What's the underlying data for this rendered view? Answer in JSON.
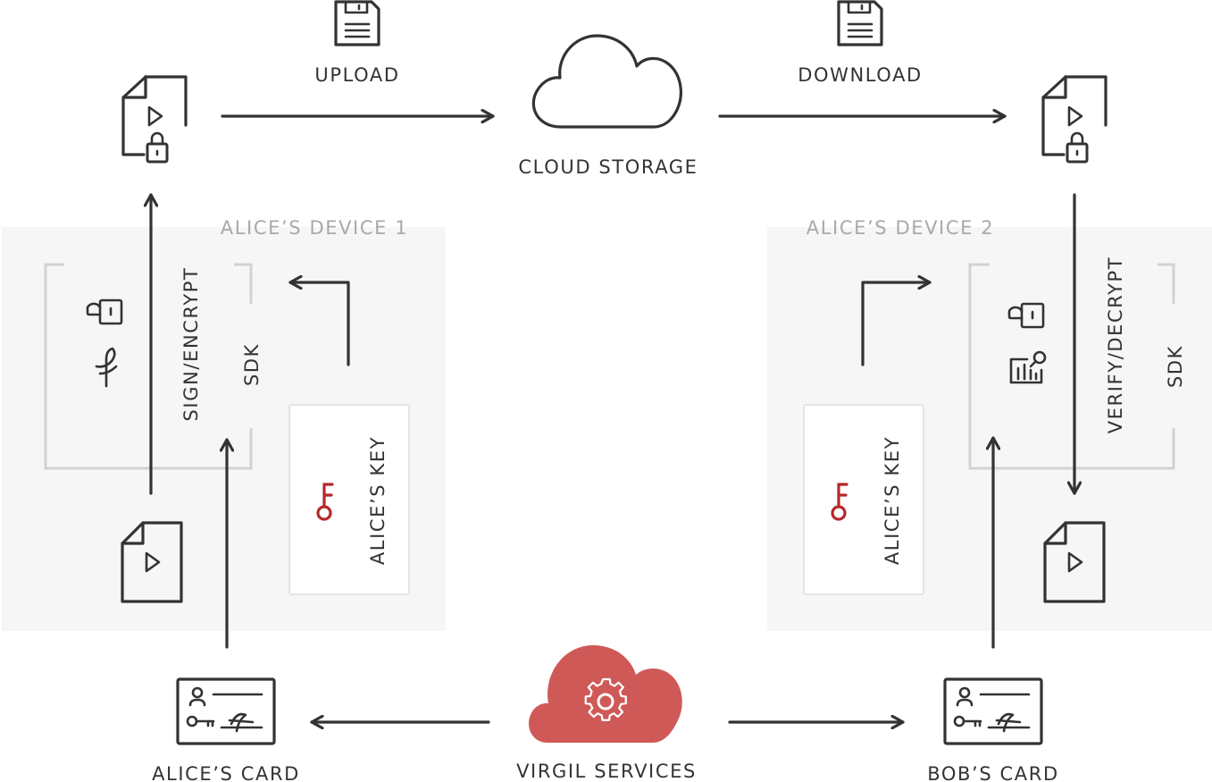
{
  "labels": {
    "upload": "UPLOAD",
    "download": "DOWNLOAD",
    "cloud_storage": "CLOUD STORAGE",
    "device_1": "ALICE’S DEVICE 1",
    "device_2": "ALICE’S DEVICE 2",
    "sign_encrypt": "SIGN/ENCRYPT",
    "verify_decrypt": "VERIFY/DECRYPT",
    "sdk": "SDK",
    "alice_key": "ALICE’S KEY",
    "alice_card": "ALICE’S CARD",
    "bob_card": "BOB’S CARD",
    "virgil_services": "VIRGIL SERVICES"
  },
  "icons": {
    "floppy": "floppy-disk-icon",
    "encrypted_file": "encrypted-video-file-icon",
    "file": "video-file-icon",
    "cloud": "cloud-icon",
    "lock": "lock-icon",
    "signature": "signature-icon",
    "verify": "verify-document-icon",
    "key": "key-icon",
    "card": "id-card-icon",
    "virgil_cloud": "virgil-services-cloud-icon"
  },
  "colors": {
    "line": "#333333",
    "device_bg": "#f6f6f6",
    "device_label": "#a9a9a9",
    "frame": "#d2d2d2",
    "key_red": "#b6282c",
    "virgil_red": "#cf5956"
  }
}
